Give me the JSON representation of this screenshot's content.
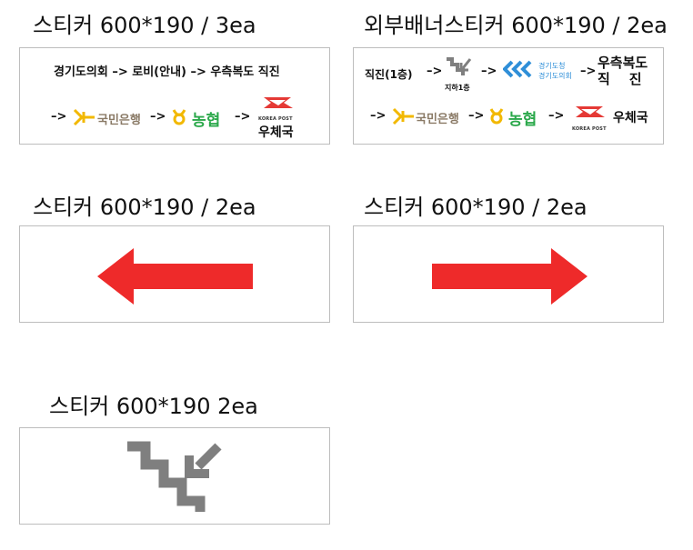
{
  "captions": {
    "p1": "스티커 600*190 / 3ea",
    "p2": "외부배너스티커 600*190 / 2ea",
    "p3": "스티커 600*190 / 2ea",
    "p4": "스티커 600*190 / 2ea",
    "p5": "스티커 600*190 2ea"
  },
  "sticker1": {
    "route_line": "경기도의회 –> 로비(안내) –> 우측복도 직진",
    "arrow": "–>",
    "kb_name": "국민은행",
    "nh_name": "농협",
    "post_name": "우체국",
    "post_logo_text": "KOREA POST"
  },
  "sticker2": {
    "start": "직진(1층)",
    "arrow": "–>",
    "floor": "지하1층",
    "hall_line1": "경기도청",
    "hall_line2": "경기도의회",
    "dest_line1": "우측복도",
    "dest_line2": "직    진",
    "kb_name": "국민은행",
    "nh_name": "농협",
    "post_name": "우체국",
    "post_logo_text": "KOREA POST"
  },
  "colors": {
    "red_arrow": "#ee2a2a",
    "stair_gray": "#7f7f7f",
    "kb_yellow": "#f2b800",
    "nh_green": "#2aa84a",
    "post_red": "#e53935",
    "chevron_blue": "#2f8fd8"
  },
  "icons": {
    "p3": "arrow-left-icon",
    "p4": "arrow-right-icon",
    "p5": "stairs-down-icon"
  }
}
